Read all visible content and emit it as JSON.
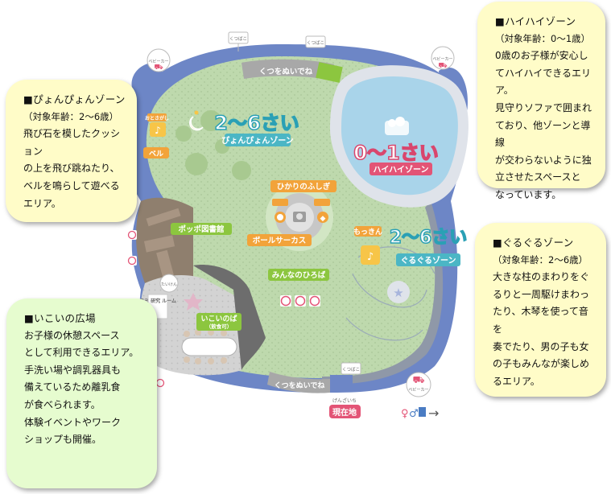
{
  "zones": {
    "pyon_age": "2〜6さい",
    "pyon_name": "ぴょんぴょんゾーン",
    "haihai_age": "0〜1さい",
    "haihai_name": "ハイハイゾーン",
    "guru_age": "2〜6さい",
    "guru_name": "ぐるぐるゾーン"
  },
  "map_labels": {
    "shoes_off_top": "くつをぬいでね",
    "shoes_off_bottom": "くつをぬいでね",
    "bell_small": "おとさがし",
    "bell": "ベル",
    "hikari": "ひかりのふしぎ",
    "ball_circus": "ボールサーカス",
    "popo_library": "ポッポ図書館",
    "minna_hiroba": "みんなのひろば",
    "mokkin": "もっきん",
    "ikoi_plaza": "いこいのば",
    "ikoi_sub": "（飲食可）",
    "genzaichi_small": "げんざいち",
    "genzaichi": "現在地",
    "room_small": "コミ\n研究\nルーム",
    "tag_shoes": "くつばこ",
    "tag_stroller": "ベビーカー",
    "tag_kyoju": "たいけん"
  },
  "callouts": {
    "haihai": {
      "title": "■ハイハイゾーン",
      "subtitle": "（対象年齢：0〜1歳）",
      "lines": [
        "0歳のお子様が安心し",
        "てハイハイできるエリア。",
        "見守りソファで囲まれ",
        "ており、他ゾーンと導線",
        "が交わらないように独",
        "立させたスペースと",
        "なっています。"
      ]
    },
    "pyon": {
      "title": "■ぴょんぴょんゾーン",
      "subtitle": "（対象年齢：2〜6歳）",
      "lines": [
        "飛び石を模したクッション",
        "の上を飛び跳ねたり、",
        "ベルを鳴らして遊べる",
        "エリア。"
      ]
    },
    "guru": {
      "title": "■ぐるぐるゾーン",
      "subtitle": "（対象年齢：2〜6歳）",
      "lines": [
        "大きな柱のまわりをぐ",
        "るりと一周駆けまわっ",
        "たり、木琴を使って音を",
        "奏でたり、男の子も女",
        "の子もみんなが楽しめ",
        "るエリア。"
      ]
    },
    "ikoi": {
      "title": "■いこいの広場",
      "lines": [
        "お子様の休憩スペース",
        "として利用できるエリア。",
        "手洗い場や調乳器具も",
        "備えているため離乳食",
        "が食べられます。",
        "体験イベントやワーク",
        "ショップも開催。"
      ]
    }
  },
  "colors": {
    "floor_green": "#bed9ad",
    "haihai_blue": "#a9d4ea",
    "outer_ring": "#6d86c6",
    "orange_label": "#f2a33a",
    "green_label": "#8cc63f",
    "teal_label": "#4bb6c5",
    "pink_label": "#e35476",
    "callout_yellow": "#fffcc8",
    "callout_green": "#e6fccf"
  }
}
